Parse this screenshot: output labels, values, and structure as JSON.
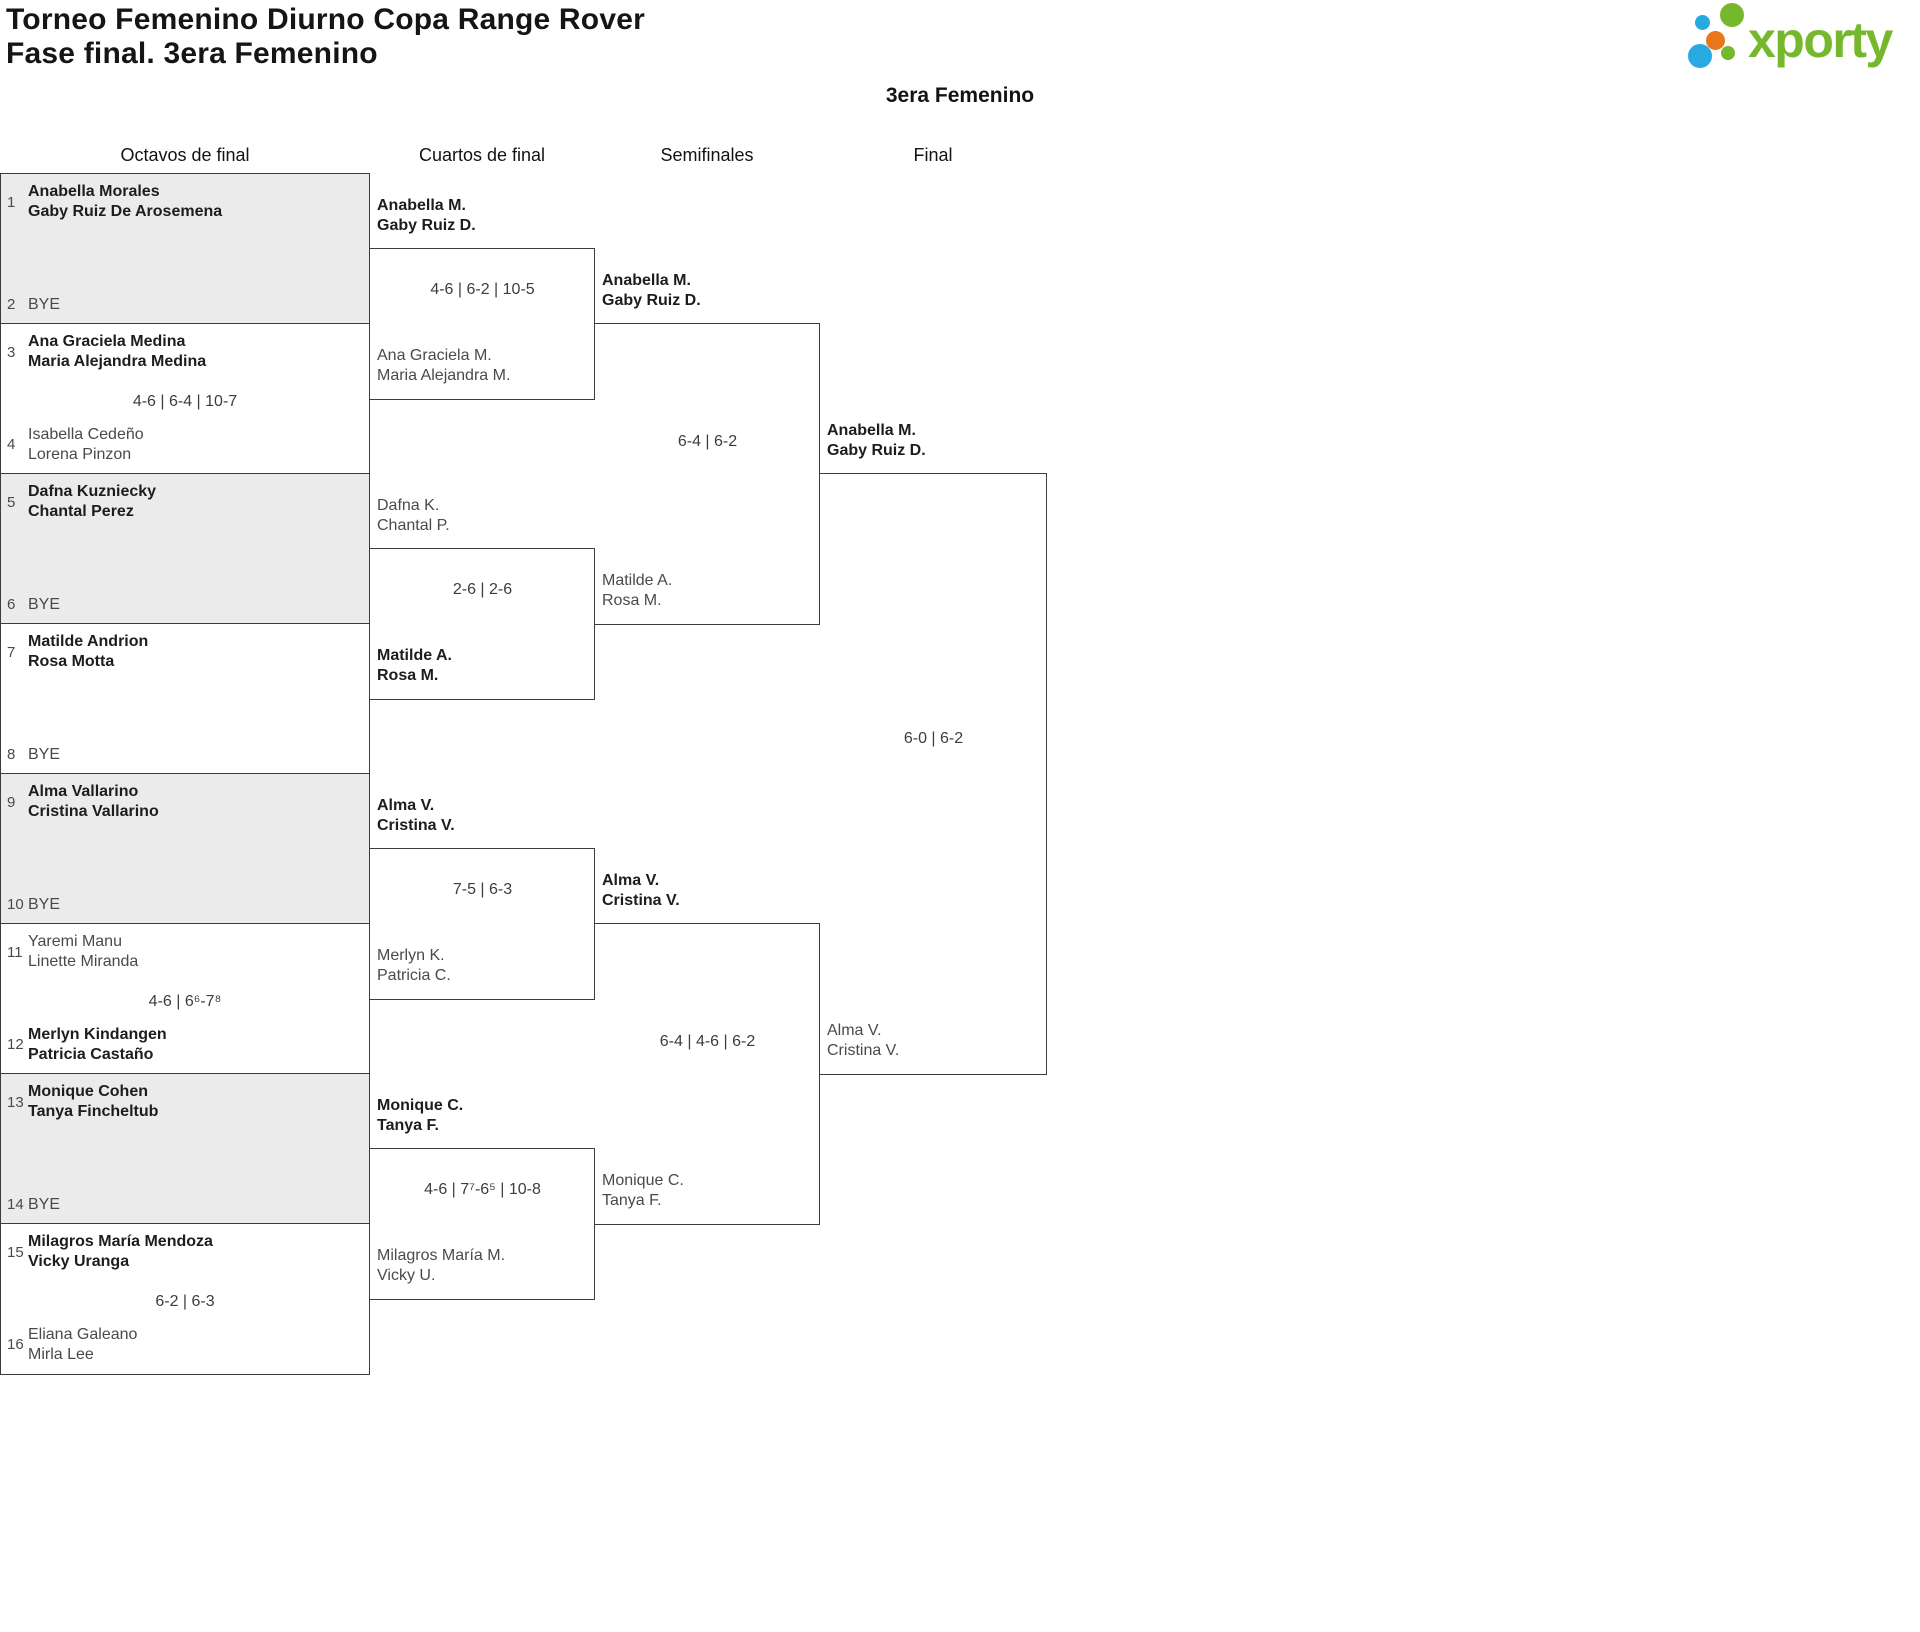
{
  "page": {
    "title_line1": "Torneo Femenino Diurno Copa Range Rover",
    "title_line2": "Fase final. 3era Femenino",
    "category_title": "3era Femenino",
    "logo_text": "xporty"
  },
  "colors": {
    "line": "#3c3c3c",
    "band_gray": "#ebebeb",
    "green": "#76b82d",
    "blue": "#29a9e1",
    "orange": "#e8761b"
  },
  "icons": {
    "logo_dots": "xporty-dots-logo"
  },
  "round_headers": {
    "octavos": "Octavos de final",
    "cuartos": "Cuartos de final",
    "semifinales": "Semifinales",
    "final": "Final"
  },
  "octavos": [
    {
      "top": {
        "seed": "1",
        "line1": "Anabella Morales",
        "line2": "Gaby Ruiz De Arosemena"
      },
      "bottom": {
        "seed": "2",
        "line1": "BYE"
      },
      "score": ""
    },
    {
      "top": {
        "seed": "3",
        "line1": "Ana Graciela Medina",
        "line2": "Maria Alejandra Medina"
      },
      "bottom": {
        "seed": "4",
        "line1": "Isabella Cedeño",
        "line2": "Lorena Pinzon"
      },
      "score": "4-6 | 6-4 | 10-7"
    },
    {
      "top": {
        "seed": "5",
        "line1": "Dafna Kuzniecky",
        "line2": "Chantal Perez"
      },
      "bottom": {
        "seed": "6",
        "line1": "BYE"
      },
      "score": ""
    },
    {
      "top": {
        "seed": "7",
        "line1": "Matilde Andrion",
        "line2": "Rosa Motta"
      },
      "bottom": {
        "seed": "8",
        "line1": "BYE"
      },
      "score": ""
    },
    {
      "top": {
        "seed": "9",
        "line1": "Alma Vallarino",
        "line2": "Cristina Vallarino"
      },
      "bottom": {
        "seed": "10",
        "line1": "BYE"
      },
      "score": ""
    },
    {
      "top": {
        "seed": "11",
        "line1": "Yaremi Manu",
        "line2": "Linette Miranda"
      },
      "bottom": {
        "seed": "12",
        "line1": "Merlyn Kindangen",
        "line2": "Patricia Castaño"
      },
      "score": "4-6 | 6⁶-7⁸"
    },
    {
      "top": {
        "seed": "13",
        "line1": "Monique Cohen",
        "line2": "Tanya Fincheltub"
      },
      "bottom": {
        "seed": "14",
        "line1": "BYE"
      },
      "score": ""
    },
    {
      "top": {
        "seed": "15",
        "line1": "Milagros María Mendoza",
        "line2": "Vicky Uranga"
      },
      "bottom": {
        "seed": "16",
        "line1": "Eliana Galeano",
        "line2": "Mirla Lee"
      },
      "score": "6-2 | 6-3"
    }
  ],
  "cuartos": [
    {
      "top": {
        "line1": "Anabella M.",
        "line2": "Gaby Ruiz D."
      },
      "score": "4-6 | 6-2 | 10-5",
      "bottom": {
        "line1": "Ana Graciela M.",
        "line2": "Maria Alejandra M."
      }
    },
    {
      "top": {
        "line1": "Dafna K.",
        "line2": "Chantal P."
      },
      "score": "2-6 | 2-6",
      "bottom": {
        "line1": "Matilde A.",
        "line2": "Rosa M."
      }
    },
    {
      "top": {
        "line1": "Alma V.",
        "line2": "Cristina V."
      },
      "score": "7-5 | 6-3",
      "bottom": {
        "line1": "Merlyn K.",
        "line2": "Patricia C."
      }
    },
    {
      "top": {
        "line1": "Monique C.",
        "line2": "Tanya F."
      },
      "score": "4-6 | 7⁷-6⁵ | 10-8",
      "bottom": {
        "line1": "Milagros María M.",
        "line2": "Vicky U."
      }
    }
  ],
  "semifinales": [
    {
      "top": {
        "line1": "Anabella M.",
        "line2": "Gaby Ruiz D."
      },
      "score": "6-4 | 6-2",
      "bottom": {
        "line1": "Matilde A.",
        "line2": "Rosa M."
      }
    },
    {
      "top": {
        "line1": "Alma V.",
        "line2": "Cristina V."
      },
      "score": "6-4 | 4-6 | 6-2",
      "bottom": {
        "line1": "Monique C.",
        "line2": "Tanya F."
      }
    }
  ],
  "final": [
    {
      "top": {
        "line1": "Anabella M.",
        "line2": "Gaby Ruiz D."
      },
      "score": "6-0 | 6-2",
      "bottom": {
        "line1": "Alma V.",
        "line2": "Cristina V."
      }
    }
  ]
}
